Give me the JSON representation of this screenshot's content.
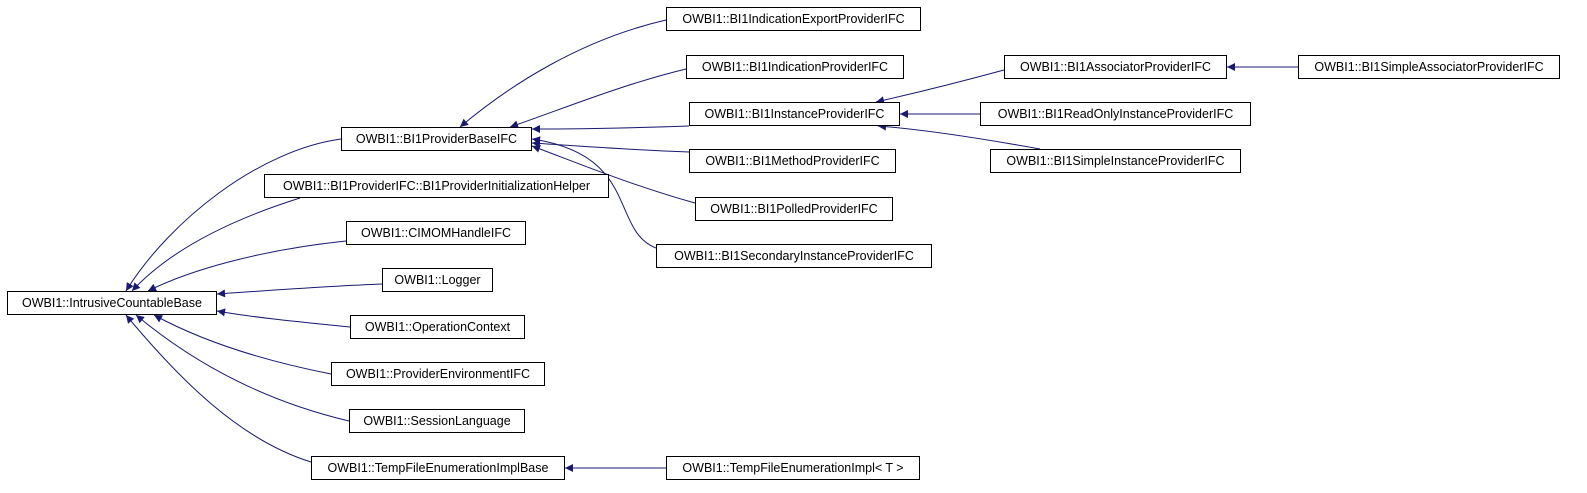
{
  "diagram": {
    "edge_color": "#191970",
    "nodes": [
      {
        "id": "root",
        "label": "OWBI1::IntrusiveCountableBase"
      },
      {
        "id": "pbase",
        "label": "OWBI1::BI1ProviderBaseIFC"
      },
      {
        "id": "pinit",
        "label": "OWBI1::BI1ProviderIFC::BI1ProviderInitializationHelper"
      },
      {
        "id": "cimom",
        "label": "OWBI1::CIMOMHandleIFC"
      },
      {
        "id": "logger",
        "label": "OWBI1::Logger"
      },
      {
        "id": "opctx",
        "label": "OWBI1::OperationContext"
      },
      {
        "id": "penv",
        "label": "OWBI1::ProviderEnvironmentIFC"
      },
      {
        "id": "slang",
        "label": "OWBI1::SessionLanguage"
      },
      {
        "id": "tfebase",
        "label": "OWBI1::TempFileEnumerationImplBase"
      },
      {
        "id": "indexp",
        "label": "OWBI1::BI1IndicationExportProviderIFC"
      },
      {
        "id": "ind",
        "label": "OWBI1::BI1IndicationProviderIFC"
      },
      {
        "id": "inst",
        "label": "OWBI1::BI1InstanceProviderIFC"
      },
      {
        "id": "meth",
        "label": "OWBI1::BI1MethodProviderIFC"
      },
      {
        "id": "poll",
        "label": "OWBI1::BI1PolledProviderIFC"
      },
      {
        "id": "secinst",
        "label": "OWBI1::BI1SecondaryInstanceProviderIFC"
      },
      {
        "id": "assoc",
        "label": "OWBI1::BI1AssociatorProviderIFC"
      },
      {
        "id": "roinst",
        "label": "OWBI1::BI1ReadOnlyInstanceProviderIFC"
      },
      {
        "id": "siminst",
        "label": "OWBI1::BI1SimpleInstanceProviderIFC"
      },
      {
        "id": "simassoc",
        "label": "OWBI1::BI1SimpleAssociatorProviderIFC"
      },
      {
        "id": "tfe",
        "label": "OWBI1::TempFileEnumerationImpl< T >"
      }
    ],
    "edges": [
      {
        "from": "pbase",
        "to": "root"
      },
      {
        "from": "pinit",
        "to": "root"
      },
      {
        "from": "cimom",
        "to": "root"
      },
      {
        "from": "logger",
        "to": "root"
      },
      {
        "from": "opctx",
        "to": "root"
      },
      {
        "from": "penv",
        "to": "root"
      },
      {
        "from": "slang",
        "to": "root"
      },
      {
        "from": "tfebase",
        "to": "root"
      },
      {
        "from": "indexp",
        "to": "pbase"
      },
      {
        "from": "ind",
        "to": "pbase"
      },
      {
        "from": "inst",
        "to": "pbase"
      },
      {
        "from": "meth",
        "to": "pbase"
      },
      {
        "from": "poll",
        "to": "pbase"
      },
      {
        "from": "secinst",
        "to": "pbase"
      },
      {
        "from": "assoc",
        "to": "inst"
      },
      {
        "from": "roinst",
        "to": "inst"
      },
      {
        "from": "siminst",
        "to": "inst"
      },
      {
        "from": "simassoc",
        "to": "assoc"
      },
      {
        "from": "tfe",
        "to": "tfebase"
      }
    ]
  }
}
